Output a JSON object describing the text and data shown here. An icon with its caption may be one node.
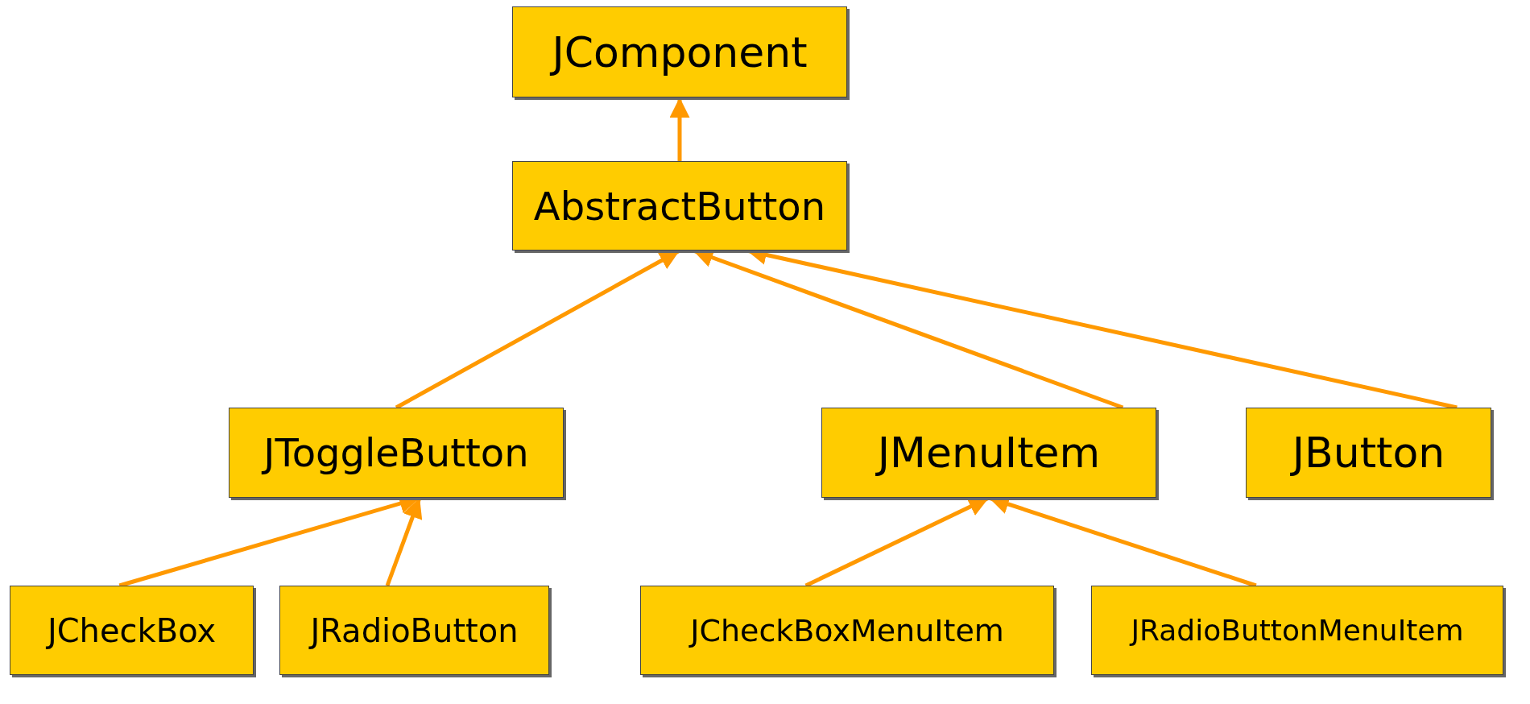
{
  "diagram": {
    "nodes": [
      {
        "text": [
          "JComponent"
        ]
      },
      {
        "text": [
          "AbstractButton"
        ]
      },
      {
        "text": [
          "JToggleButton"
        ]
      },
      {
        "text": [
          "JMenuItem"
        ]
      },
      {
        "text": [
          "JButton"
        ]
      },
      {
        "text": [
          "JCheckBox"
        ]
      },
      {
        "text": [
          "JRadioButton"
        ]
      },
      {
        "text": [
          "JCheckBoxMenuItem"
        ]
      },
      {
        "text": [
          "JRadioButtonMenuItem"
        ]
      }
    ],
    "edges": [
      {
        "from": 1,
        "to": 0,
        "arrow": "to"
      },
      {
        "from": 2,
        "to": 1,
        "arrow": "to"
      },
      {
        "from": 3,
        "to": 1,
        "arrow": "to"
      },
      {
        "from": 4,
        "to": 1,
        "arrow": "to"
      },
      {
        "from": 5,
        "to": 2,
        "arrow": "to"
      },
      {
        "from": 6,
        "to": 2,
        "arrow": "to"
      },
      {
        "from": 7,
        "to": 3,
        "arrow": "to"
      },
      {
        "from": 8,
        "to": 3,
        "arrow": "to"
      }
    ]
  }
}
